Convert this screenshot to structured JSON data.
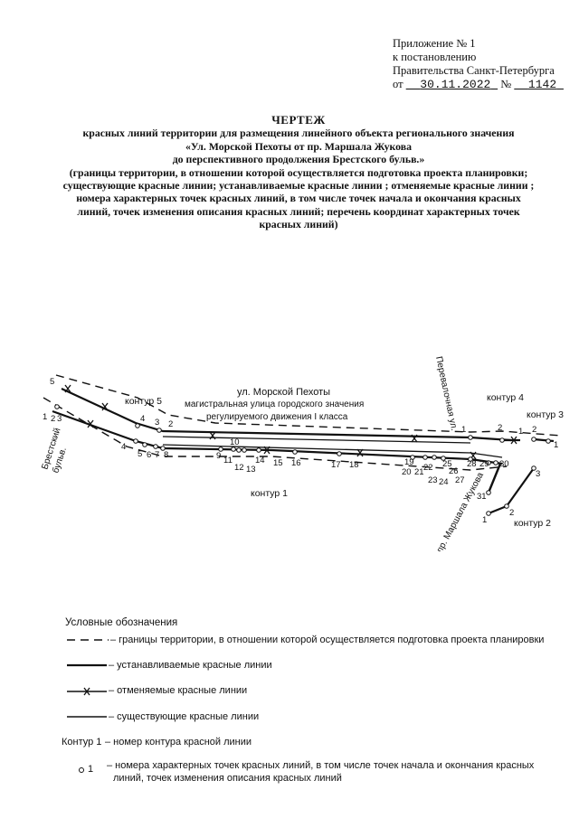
{
  "header": {
    "line1": "Приложение № 1",
    "line2": "к постановлению",
    "line3": "Правительства Санкт-Петербурга",
    "from_label": "от",
    "date": "30.11.2022",
    "no_label": "№",
    "number": "1142"
  },
  "title": {
    "heading": "ЧЕРТЕЖ",
    "line1": "красных линий территории для размещения линейного объекта регионального значения",
    "line2": "«Ул. Морской Пехоты от пр. Маршала Жукова",
    "line3": "до перспективного продолжения Брестского бульв.»",
    "line4": "(границы территории, в отношении которой осуществляется подготовка проекта планировки;",
    "line5": "существующие красные линии; устанавливаемые красные линии ; отменяемые красные линии ;",
    "line6": "номера характерных точек красных линий, в том числе точек начала и окончания красных",
    "line7": "линий, точек изменения описания красных линий; перечень координат характерных точек",
    "line8": "красных линий)"
  },
  "map": {
    "street_name": "ул. Морской Пехоты",
    "street_desc1": "магистральная улица городского значения",
    "street_desc2": "регулируемого движения I класса",
    "street_pereval": "Перевалочная ул.",
    "street_brest": "Брестский",
    "street_brest2": "бульв.",
    "street_zhukov": "пр. Маршала Жукова",
    "contour1": "контур 1",
    "contour2": "контур 2",
    "contour3": "контур 3",
    "contour4": "контур 4",
    "contour5": "контур 5",
    "points": {
      "c5_5": "5",
      "c5_1": "1",
      "c5_2": "2",
      "c5_3": "3",
      "c5_4": "4",
      "c5_3b": "3",
      "c5_2b": "2",
      "c1_4": "4",
      "c1_5": "5",
      "c1_6": "6",
      "c1_7": "7",
      "c1_8": "8",
      "c1_9": "9",
      "c1_10": "10",
      "c1_11": "11",
      "c1_12": "12",
      "c1_13": "13",
      "c1_14": "14",
      "c1_15": "15",
      "c1_16": "16",
      "c1_17": "17",
      "c1_18": "18",
      "c1_19": "19",
      "c1_20": "20",
      "c1_21": "21",
      "c1_22": "22",
      "c1_23": "23",
      "c1_24": "24",
      "c1_25": "25",
      "c1_26": "26",
      "c1_27": "27",
      "c1_28": "28",
      "c1_29": "29",
      "c1_30": "30",
      "c1_31": "31",
      "c1_1": "1",
      "c4_1": "1",
      "c4_2": "2",
      "c3_1": "1",
      "c3_2": "2",
      "c2_1": "1",
      "c2_2": "2",
      "c2_3": "3"
    }
  },
  "legend": {
    "title": "Условные обозначения",
    "boundary": "– границы территории, в отношении которой осуществляется подготовка проекта планировки",
    "established": "– устанавливаемые красные линии",
    "cancelled": "– отменяемые красные линии",
    "existing": "– существующие красные линии",
    "contour_label": "Контур 1",
    "contour_text": "– номер контура красной линии",
    "point_label": "1",
    "point_text1": "– номера характерных точек красных линий, в том числе точек начала и окончания красных",
    "point_text2": "линий, точек изменения описания красных линий"
  },
  "colors": {
    "ink": "#111111",
    "paper": "#ffffff"
  }
}
